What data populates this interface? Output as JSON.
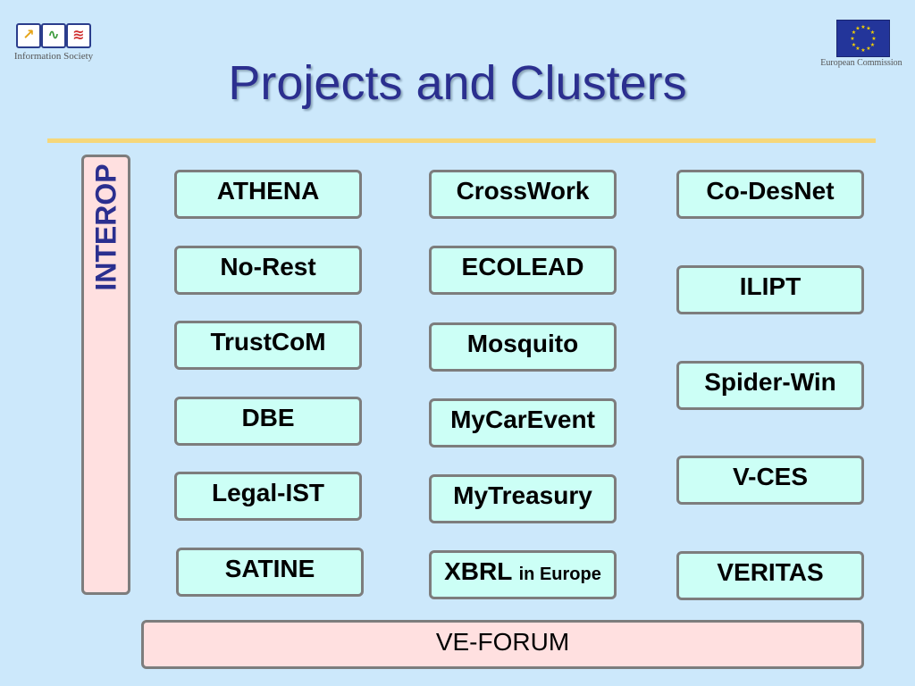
{
  "title": "Projects and Clusters",
  "logos": {
    "left_caption": "Information Society",
    "right_caption": "European Commission"
  },
  "cluster_vertical": "INTEROP",
  "cluster_bottom": "VE-FORUM",
  "columns": [
    [
      "ATHENA",
      "No-Rest",
      "TrustCoM",
      "DBE",
      "Legal-IST",
      "SATINE"
    ],
    [
      "CrossWork",
      "ECOLEAD",
      "Mosquito",
      "MyCarEvent",
      "MyTreasury"
    ],
    [
      "Co-DesNet",
      "ILIPT",
      "Spider-Win",
      "V-CES",
      "VERITAS"
    ]
  ],
  "xbrl": {
    "main": "XBRL",
    "suffix": "in Europe"
  },
  "colors": {
    "background": "#cce8fb",
    "title": "#2b2f8f",
    "box_fill": "#ccfff6",
    "cluster_fill": "#ffe0e0",
    "rule": "#f6d77a"
  }
}
